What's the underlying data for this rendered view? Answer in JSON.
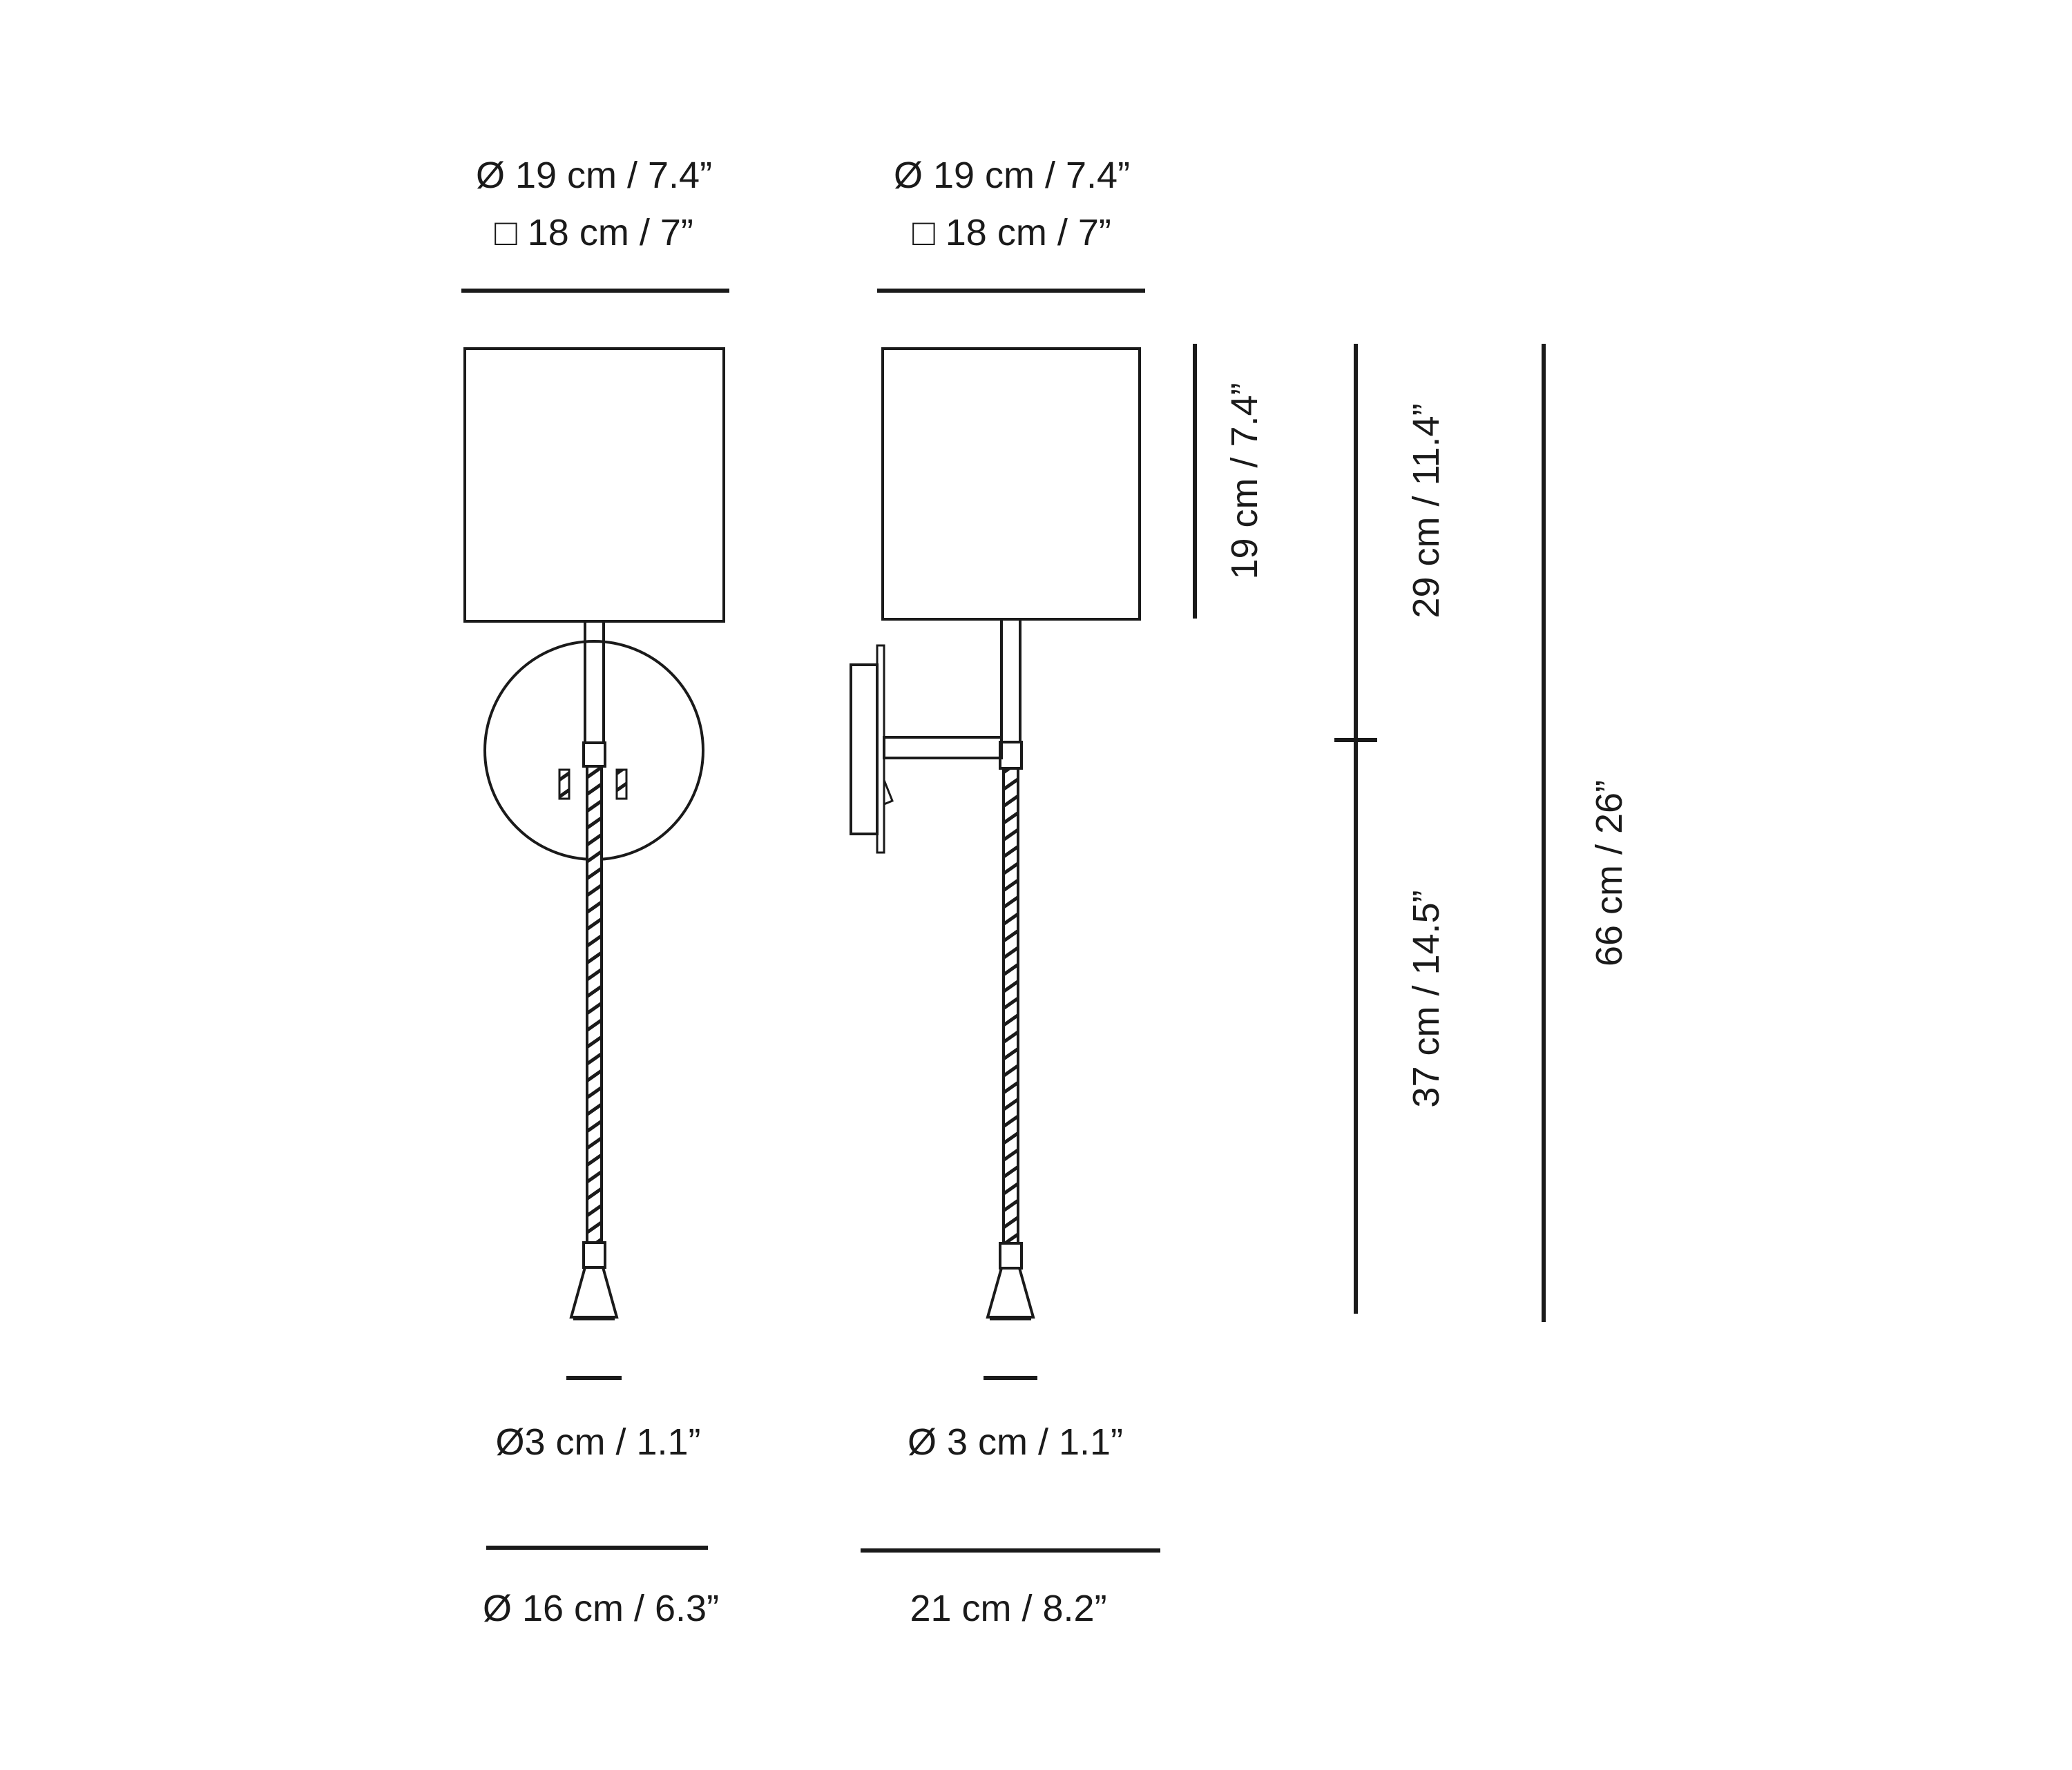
{
  "front_view": {
    "shade_diameter": "Ø 19  cm / 7.4”",
    "shade_square": "□ 18  cm / 7”",
    "head_diameter": "Ø3  cm /  1.1”",
    "plate_diameter": "Ø 16 cm /  6.3”"
  },
  "side_view": {
    "shade_diameter": "Ø 19 cm / 7.4”",
    "shade_square": "□ 18  cm / 7”",
    "head_diameter": "Ø  3 cm / 1.1”",
    "depth": "21 cm / 8.2”"
  },
  "vertical_dimensions": {
    "shade_height": "19 cm  /  7.4”",
    "upper_height": "29 cm / 11.4”",
    "lower_height": "37 cm  /  14.5”",
    "total_height": "66 cm / 26”"
  }
}
